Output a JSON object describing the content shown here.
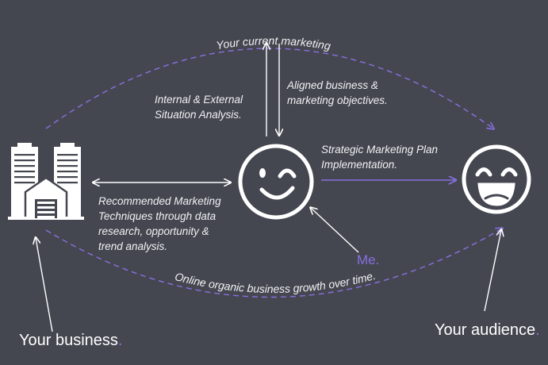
{
  "colors": {
    "background": "#444750",
    "accent": "#8a6fe0",
    "line": "#ffffff"
  },
  "arcs": {
    "top_label": "Your current marketing",
    "bottom_label": "Online organic business growth over time."
  },
  "labels": {
    "internal_external": [
      "Internal & External",
      "Situation Analysis."
    ],
    "aligned": [
      "Aligned business &",
      "marketing objectives."
    ],
    "strategic": [
      "Strategic Marketing Plan",
      "Implementation."
    ],
    "recommended": [
      "Recommended Marketing",
      "Techniques through data",
      "research, opportunity &",
      "trend analysis."
    ]
  },
  "nodes": {
    "business": {
      "label": "Your business",
      "dot": ".",
      "icon": "office-building-icon"
    },
    "me": {
      "label": "Me.",
      "icon": "winking-face-icon"
    },
    "audience": {
      "label": "Your audience",
      "dot": ".",
      "icon": "laughing-face-icon"
    }
  }
}
